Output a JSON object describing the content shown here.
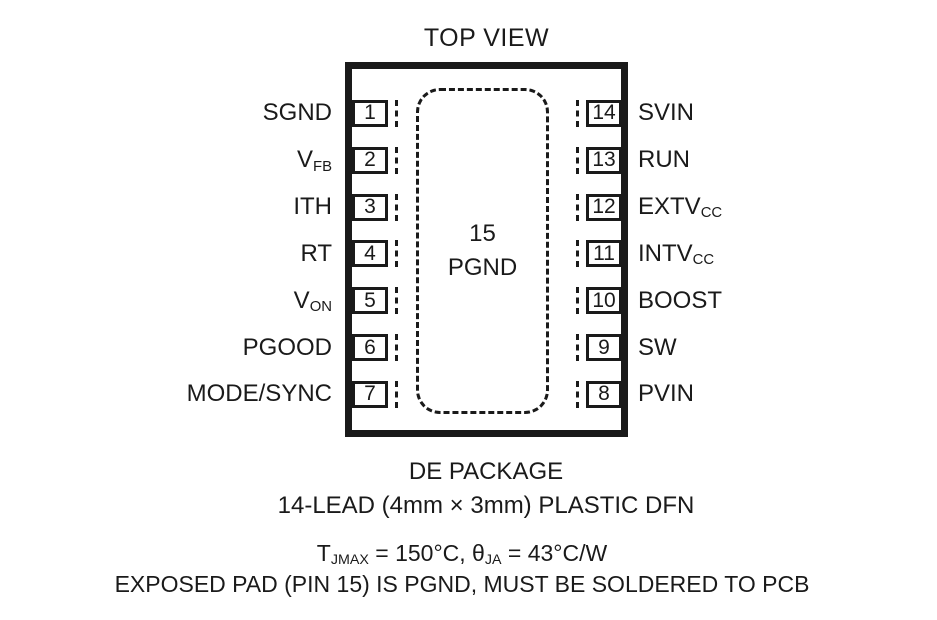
{
  "title": "TOP VIEW",
  "package": {
    "center_pad": {
      "number": "15",
      "label": "PGND"
    },
    "left_pins": [
      {
        "number": "1",
        "label": "SGND",
        "sub": ""
      },
      {
        "number": "2",
        "label": "V",
        "sub": "FB"
      },
      {
        "number": "3",
        "label": "ITH",
        "sub": ""
      },
      {
        "number": "4",
        "label": "RT",
        "sub": ""
      },
      {
        "number": "5",
        "label": "V",
        "sub": "ON"
      },
      {
        "number": "6",
        "label": "PGOOD",
        "sub": ""
      },
      {
        "number": "7",
        "label": "MODE/SYNC",
        "sub": ""
      }
    ],
    "right_pins": [
      {
        "number": "14",
        "label": "SVIN",
        "sub": ""
      },
      {
        "number": "13",
        "label": "RUN",
        "sub": ""
      },
      {
        "number": "12",
        "label": "EXTV",
        "sub": "CC"
      },
      {
        "number": "11",
        "label": "INTV",
        "sub": "CC"
      },
      {
        "number": "10",
        "label": "BOOST",
        "sub": ""
      },
      {
        "number": "9",
        "label": "SW",
        "sub": ""
      },
      {
        "number": "8",
        "label": "PVIN",
        "sub": ""
      }
    ]
  },
  "footer": {
    "package_name": "DE PACKAGE",
    "package_desc": "14-LEAD (4mm × 3mm) PLASTIC DFN",
    "thermal": {
      "t_main": "T",
      "t_sub": "JMAX",
      "mid": " = 150°C, θ",
      "ja_sub": "JA",
      "end": " = 43°C/W"
    },
    "note": "EXPOSED PAD (PIN 15) IS PGND, MUST BE SOLDERED TO PCB"
  }
}
